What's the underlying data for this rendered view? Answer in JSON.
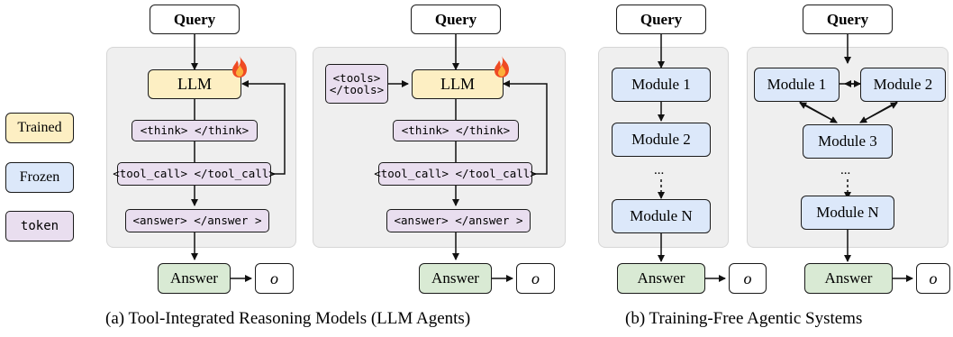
{
  "legend": {
    "trained": "Trained",
    "frozen": "Frozen",
    "token": "token"
  },
  "diagram_a1": {
    "query": "Query",
    "llm": "LLM",
    "think": "<think> </think>",
    "tool_call": "<tool_call> </tool_call>",
    "answer_tag": "<answer> </answer >",
    "answer": "Answer",
    "output": "o"
  },
  "diagram_a2": {
    "query": "Query",
    "tools": "<tools>\n</tools>",
    "llm": "LLM",
    "think": "<think> </think>",
    "tool_call": "<tool_call> </tool_call>",
    "answer_tag": "<answer> </answer >",
    "answer": "Answer",
    "output": "o"
  },
  "diagram_b1": {
    "query": "Query",
    "module_1": "Module 1",
    "module_2": "Module 2",
    "ellipsis": "...",
    "module_n": "Module N",
    "answer": "Answer",
    "output": "o"
  },
  "diagram_b2": {
    "query": "Query",
    "module_1": "Module 1",
    "module_2": "Module 2",
    "module_3": "Module 3",
    "ellipsis": "...",
    "module_n": "Module N",
    "answer": "Answer",
    "output": "o"
  },
  "captions": {
    "a": "(a) Tool-Integrated Reasoning Models (LLM Agents)",
    "b": "(b) Training-Free Agentic Systems"
  },
  "colors": {
    "trained": "#fdefc3",
    "frozen": "#dce8fa",
    "token": "#e9deef",
    "answer": "#d9ead4",
    "panel": "#efefef"
  },
  "icons": {
    "trained_marker": "fire-icon"
  }
}
